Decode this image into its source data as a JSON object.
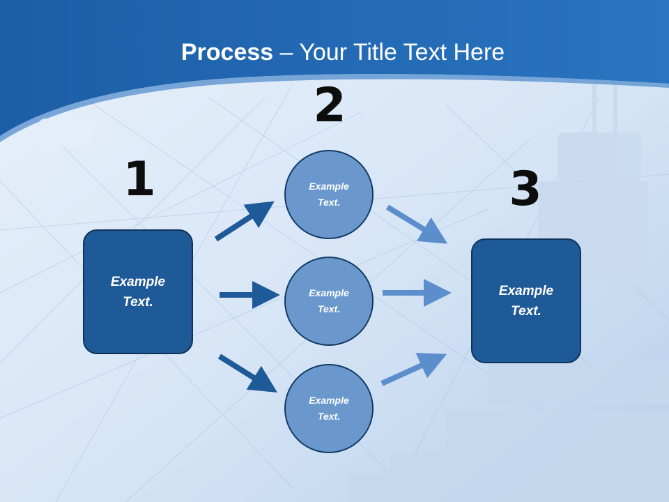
{
  "slide": {
    "title_strong": "Process",
    "title_rest": " – Your Title Text Here"
  },
  "steps": {
    "one": "1",
    "two": "2",
    "three": "3"
  },
  "nodes": {
    "left_box": "Example\nText.",
    "circle_top": "Example\nText.",
    "circle_middle": "Example\nText.",
    "circle_bottom": "Example\nText.",
    "right_box": "Example\nText."
  },
  "colors": {
    "header": "#2265ad",
    "box": "#1f5a98",
    "circle": "#6a98cd",
    "arrow_dark": "#1f5a98",
    "arrow_light": "#5b8ecb"
  }
}
